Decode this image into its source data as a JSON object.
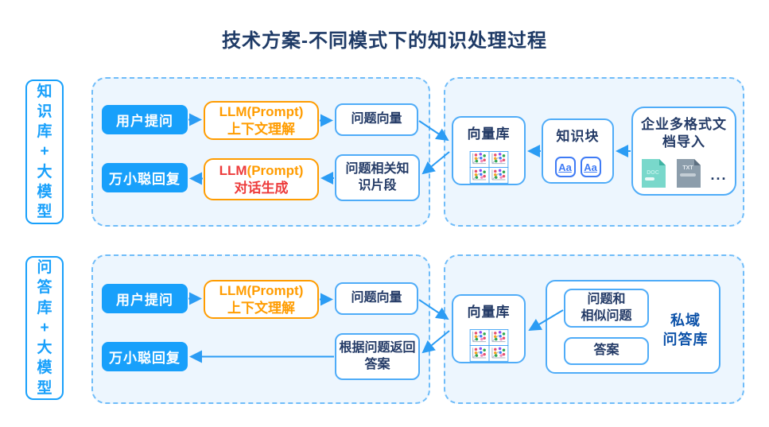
{
  "title": "技术方案-不同模式下的知识处理过程",
  "row1": {
    "side_label": "知\n识\n库\n+\n大\n模\n型",
    "flow": {
      "user_question": "用户提问",
      "llm_understand_line1": "LLM(Prompt)",
      "llm_understand_line2": "上下文理解",
      "question_vector": "问题向量",
      "reply": "万小聪回复",
      "llm_generate_red": "LLM",
      "llm_generate_orange": "(Prompt)",
      "llm_generate_line2": "对话生成",
      "related_knowledge": "问题相关知\n识片段"
    },
    "storage": {
      "vector_db": "向量库",
      "knowledge_chunk": "知识块",
      "chunk_icon_label": "Aa",
      "doc_import": "企业多格式文\n档导入",
      "doc_icon_label": "DOC",
      "txt_icon_label": "TXT",
      "ellipsis": "..."
    }
  },
  "row2": {
    "side_label": "问\n答\n库\n+\n大\n模\n型",
    "flow": {
      "user_question": "用户提问",
      "llm_understand_line1": "LLM(Prompt)",
      "llm_understand_line2": "上下文理解",
      "question_vector": "问题向量",
      "reply": "万小聪回复",
      "return_answer": "根据问题返回\n答案"
    },
    "storage": {
      "vector_db": "向量库",
      "qa_question": "问题和\n相似问题",
      "qa_answer": "答案",
      "private_qa_label": "私域\n问答库"
    }
  },
  "icons": {
    "vector_db_icon": "vector-scatter-icon",
    "knowledge_chunk_icon": "text-chunk-aa-icon",
    "doc_file_icon": "doc-file-icon",
    "txt_file_icon": "txt-file-icon"
  },
  "colors": {
    "title_navy": "#1E3A66",
    "primary_blue": "#18A0FB",
    "outline_blue": "#4FACF8",
    "dashed_blue": "#6FBCF9",
    "container_bg": "#EDF6FE",
    "box_text_navy": "#233A66",
    "orange": "#FF9C00",
    "red": "#ED3B3B",
    "private_label_blue": "#0B51A8",
    "arrow_blue": "#2B9CF4",
    "doc_teal": "#79D8CB",
    "txt_gray": "#8C9DAB"
  }
}
